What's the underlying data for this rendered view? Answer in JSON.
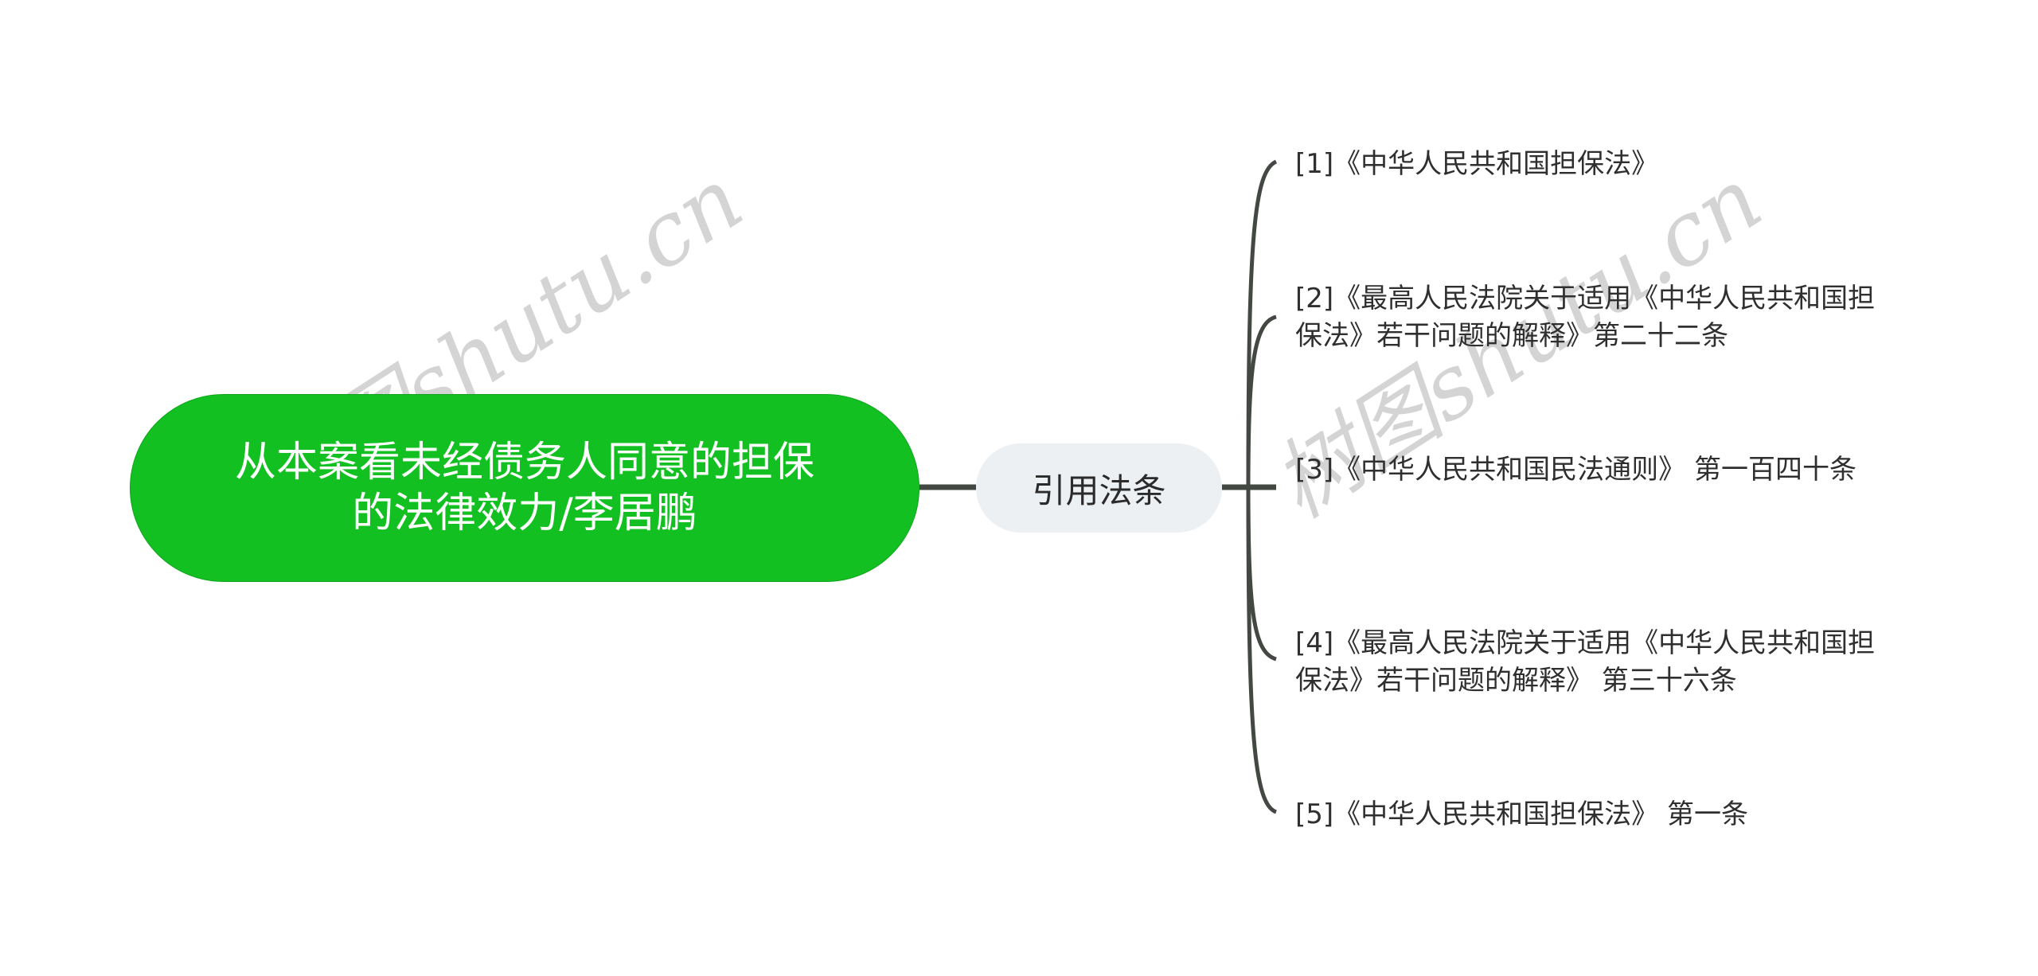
{
  "mindmap": {
    "root": {
      "label": "从本案看未经债务人同意的担保的法律效力/李居鹏",
      "color": "#13c021",
      "text_color": "#ffffff"
    },
    "branch": {
      "label": "引用法条",
      "color": "#edf0f3"
    },
    "leaves": [
      {
        "label": "[1]《中华人民共和国担保法》"
      },
      {
        "label": "[2]《最高人民法院关于适用《中华人民共和国担保法》若干问题的解释》第二十二条"
      },
      {
        "label": "[3]《中华人民共和国民法通则》 第一百四十条"
      },
      {
        "label": "[4]《最高人民法院关于适用《中华人民共和国担保法》若干问题的解释》 第三十六条"
      },
      {
        "label": "[5]《中华人民共和国担保法》 第一条"
      }
    ],
    "connector_color": "#434843"
  },
  "watermarks": [
    {
      "text": "树图shutu.cn"
    },
    {
      "text": "树图shutu.cn"
    }
  ]
}
